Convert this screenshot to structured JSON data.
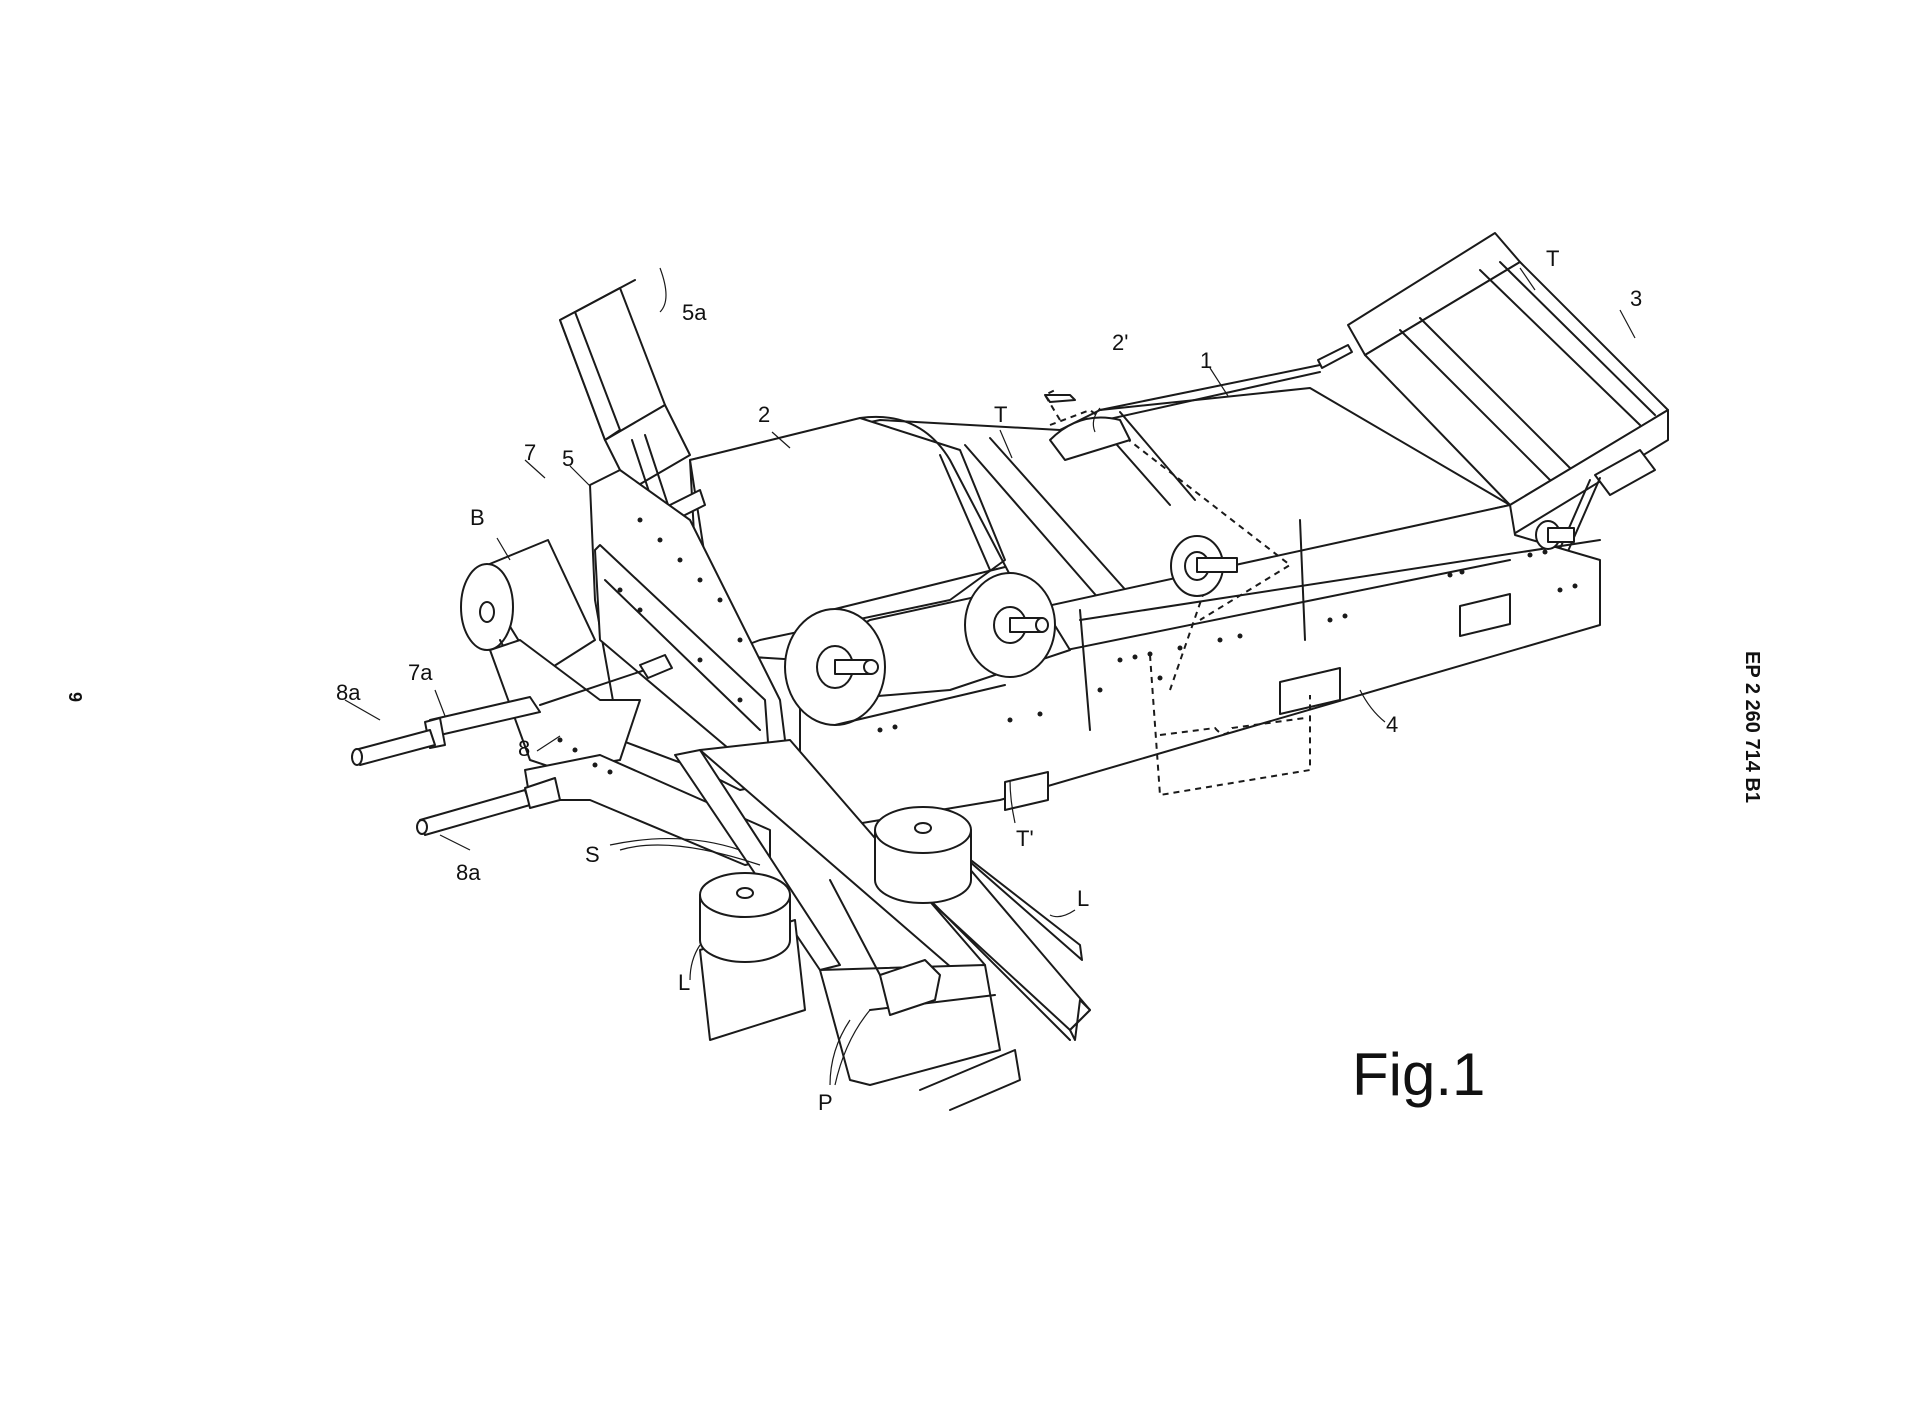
{
  "header": {
    "publication_number": "EP 2 260 714 B1",
    "page_number": "9"
  },
  "figure": {
    "label": "Fig.1"
  },
  "labels": {
    "five_a": "5a",
    "two": "2",
    "two_prime": "2'",
    "one": "1",
    "t_top_right": "T",
    "three": "3",
    "t_center": "T",
    "seven": "7",
    "five": "5",
    "b": "B",
    "seven_a": "7a",
    "eight_a_upper": "8a",
    "eight": "8",
    "eight_a_lower": "8a",
    "four": "4",
    "t_prime": "T'",
    "s": "S",
    "l_right": "L",
    "l_left": "L",
    "p": "P"
  }
}
